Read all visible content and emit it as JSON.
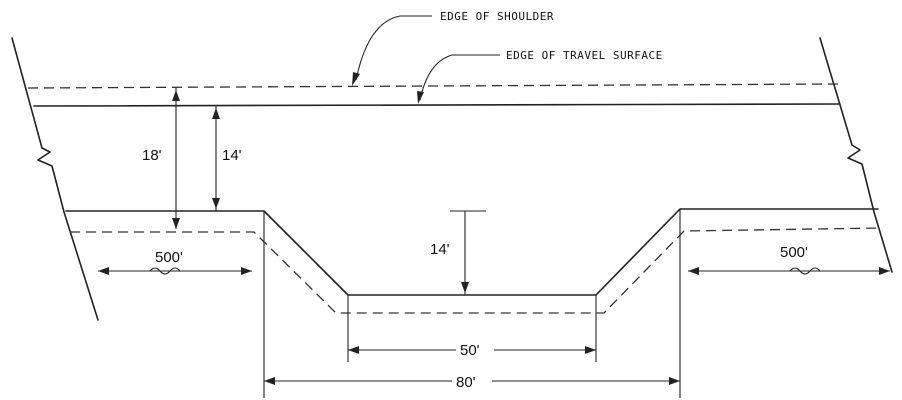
{
  "labels": {
    "edge_of_shoulder": "EDGE OF SHOULDER",
    "edge_of_travel_surface": "EDGE OF TRAVEL SURFACE"
  },
  "dimensions": {
    "shoulder_offset": "18'",
    "travel_offset": "14'",
    "notch_depth": "14'",
    "taper_left": "500'",
    "taper_right": "500'",
    "bottom_width": "50'",
    "top_width": "80'"
  }
}
